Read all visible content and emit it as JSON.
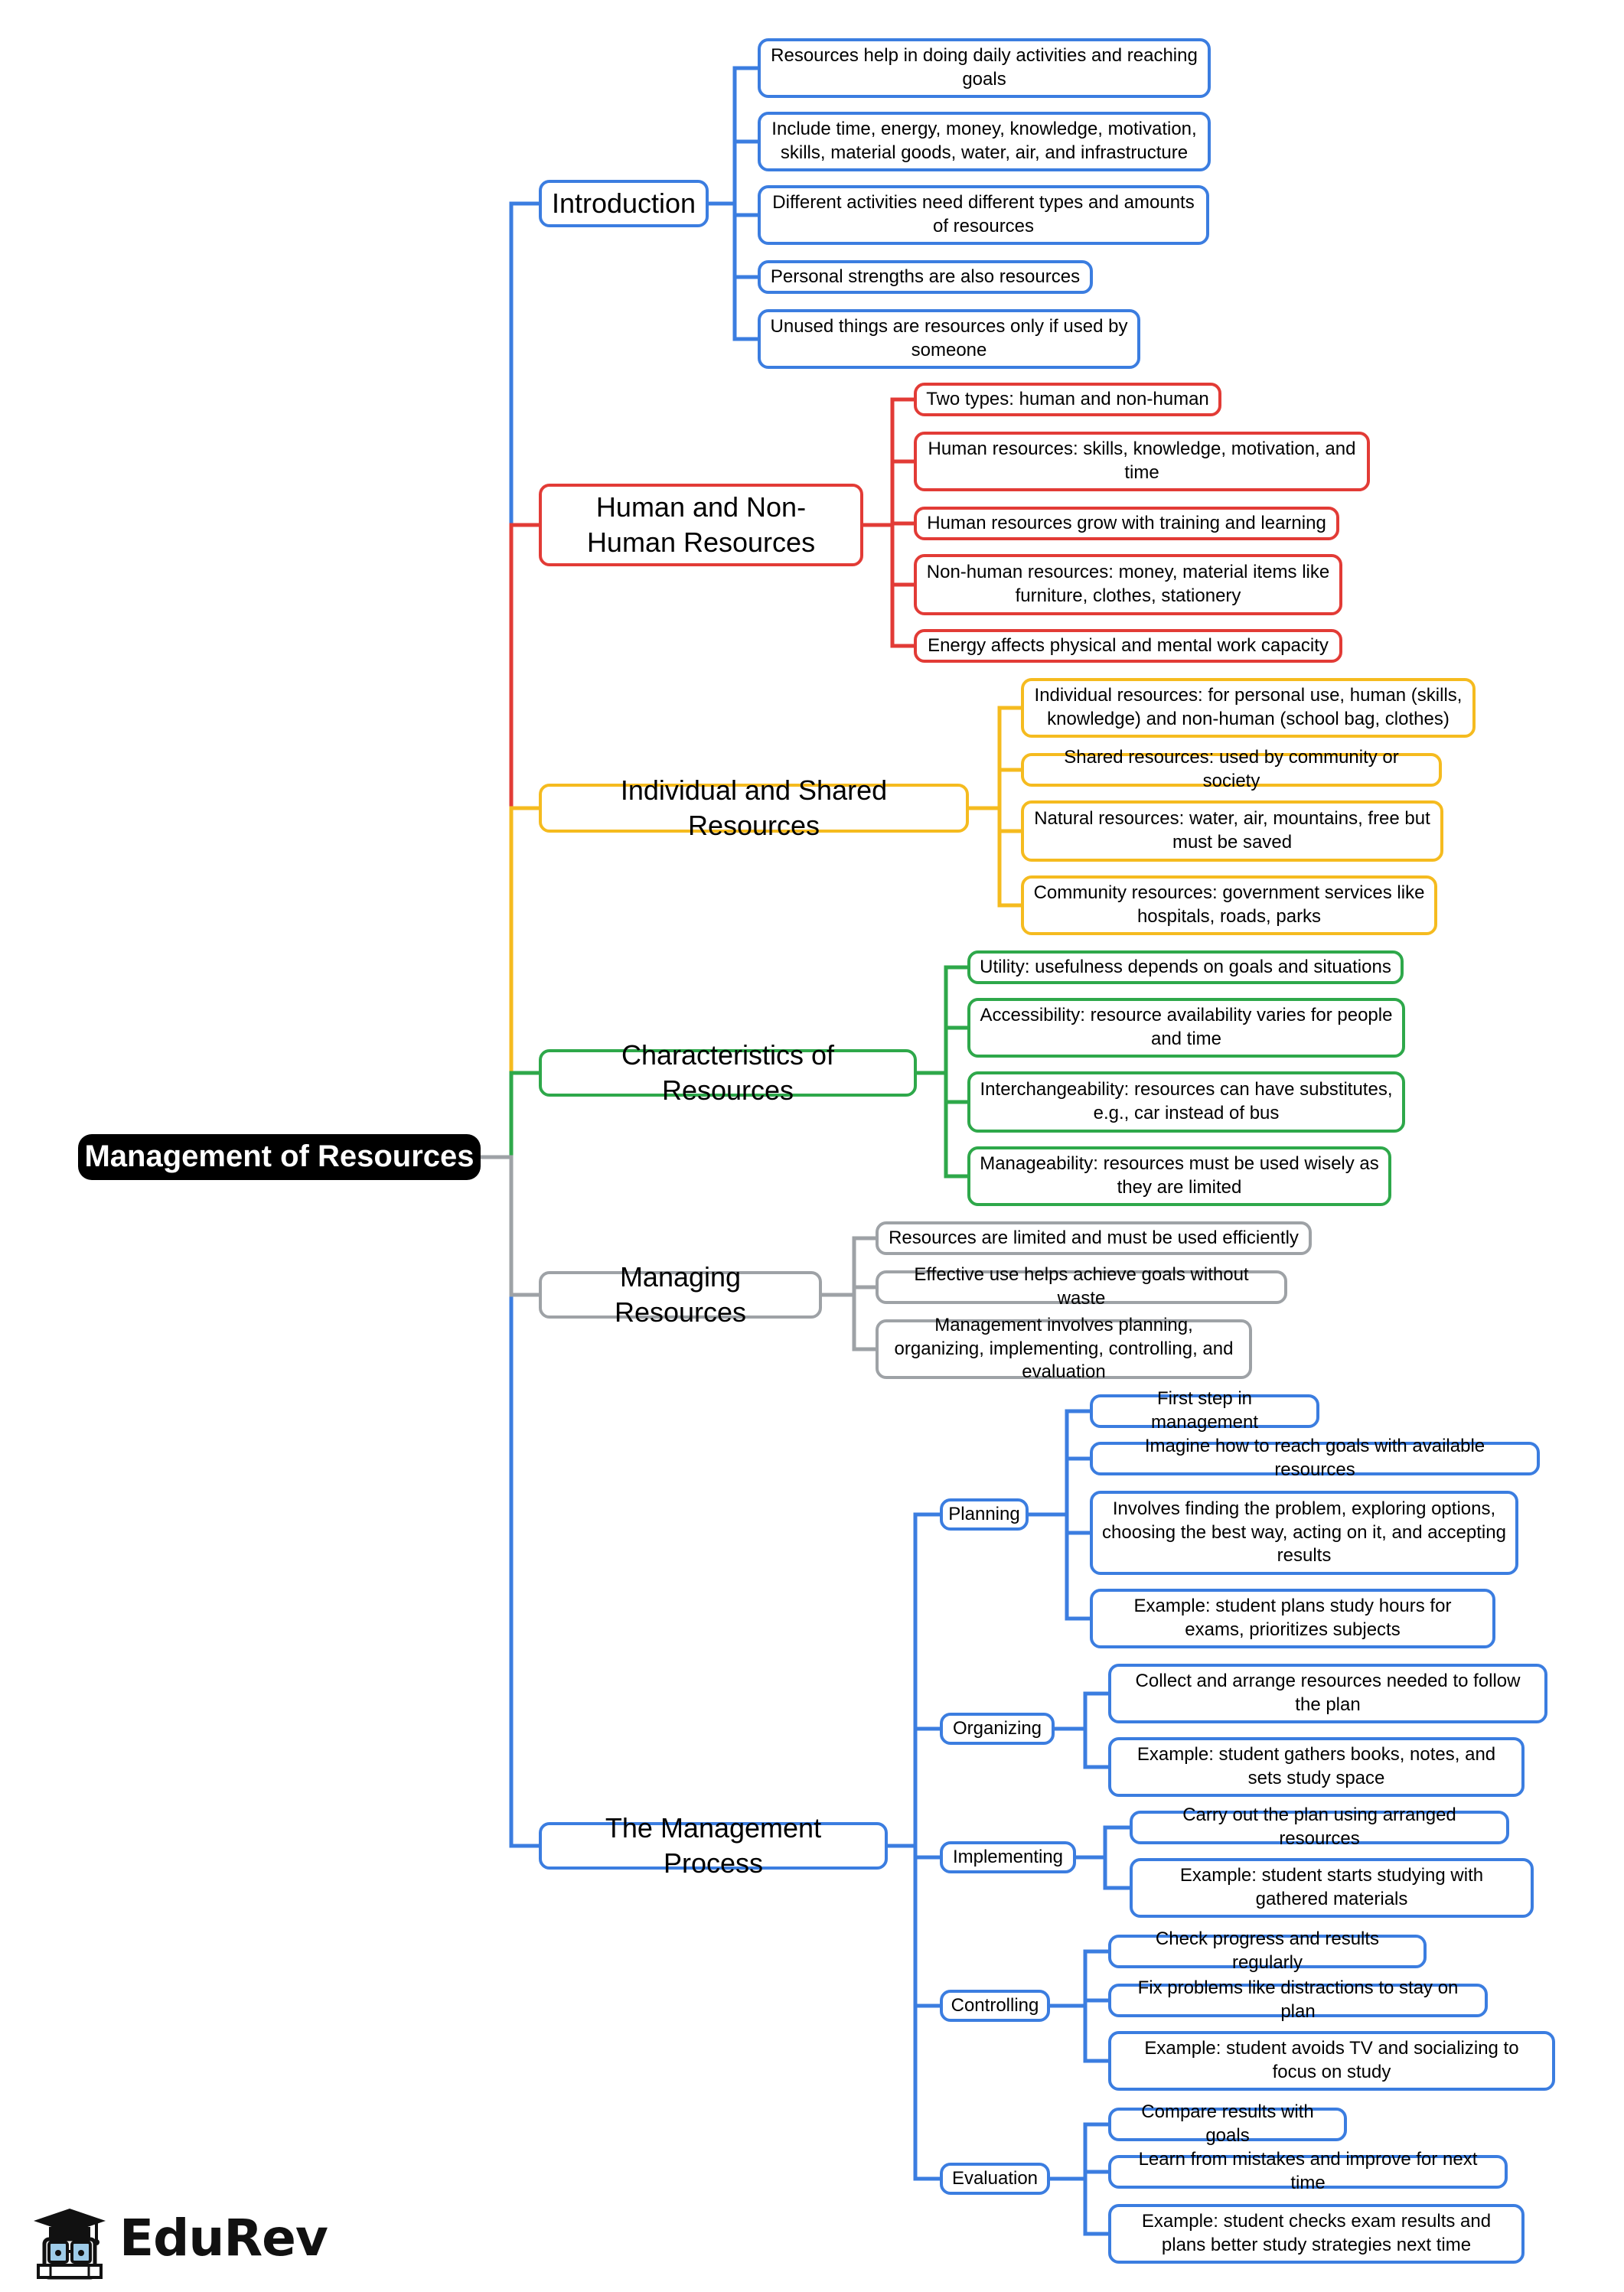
{
  "colors": {
    "blue": "#3b7de0",
    "red": "#e23b36",
    "yellow": "#f5bb1f",
    "green": "#2ea84a",
    "gray": "#9ea2a6",
    "root_bg": "#000000"
  },
  "root": {
    "label": "Management of Resources"
  },
  "branches": [
    {
      "label": "Introduction",
      "color": "#3b7de0",
      "items": [
        "Resources help in doing daily activities and reaching goals",
        "Include time, energy, money, knowledge, motivation, skills, material goods, water, air, and infrastructure",
        "Different activities need different types and amounts of resources",
        "Personal strengths are also resources",
        "Unused things are resources only if used by someone"
      ]
    },
    {
      "label": "Human and Non-Human Resources",
      "color": "#e23b36",
      "items": [
        "Two types: human and non-human",
        "Human resources: skills, knowledge, motivation, and time",
        "Human resources grow with training and learning",
        "Non-human resources: money, material items like furniture, clothes, stationery",
        "Energy affects physical and mental work capacity"
      ]
    },
    {
      "label": "Individual and Shared Resources",
      "color": "#f5bb1f",
      "items": [
        "Individual resources: for personal use, human (skills, knowledge) and non-human (school bag, clothes)",
        "Shared resources: used by community or society",
        "Natural resources: water, air, mountains, free but must be saved",
        "Community resources: government services like hospitals, roads, parks"
      ]
    },
    {
      "label": "Characteristics of Resources",
      "color": "#2ea84a",
      "items": [
        "Utility: usefulness depends on goals and situations",
        "Accessibility: resource availability varies for people and time",
        "Interchangeability: resources can have substitutes, e.g., car instead of bus",
        "Manageability: resources must be used wisely as they are limited"
      ]
    },
    {
      "label": "Managing Resources",
      "color": "#9ea2a6",
      "items": [
        "Resources are limited and must be used efficiently",
        "Effective use helps achieve goals without waste",
        "Management involves planning, organizing, implementing, controlling, and evaluation"
      ]
    },
    {
      "label": "The Management Process",
      "color": "#3b7de0",
      "steps": [
        {
          "label": "Planning",
          "items": [
            "First step in management",
            "Imagine how to reach goals with available resources",
            "Involves finding the problem, exploring options, choosing the best way, acting on it, and accepting results",
            "Example: student plans study hours for exams, prioritizes subjects"
          ]
        },
        {
          "label": "Organizing",
          "items": [
            "Collect and arrange resources needed to follow the plan",
            "Example: student gathers books, notes, and sets study space"
          ]
        },
        {
          "label": "Implementing",
          "items": [
            "Carry out the plan using arranged resources",
            "Example: student starts studying with gathered materials"
          ]
        },
        {
          "label": "Controlling",
          "items": [
            "Check progress and results regularly",
            "Fix problems like distractions to stay on plan",
            "Example: student avoids TV and socializing to focus on study"
          ]
        },
        {
          "label": "Evaluation",
          "items": [
            "Compare results with goals",
            "Learn from mistakes and improve for next time",
            "Example: student checks exam results and plans better study strategies next time"
          ]
        }
      ]
    }
  ],
  "logo": {
    "text": "EduRev",
    "icon": "graduation-cap-student-icon"
  }
}
